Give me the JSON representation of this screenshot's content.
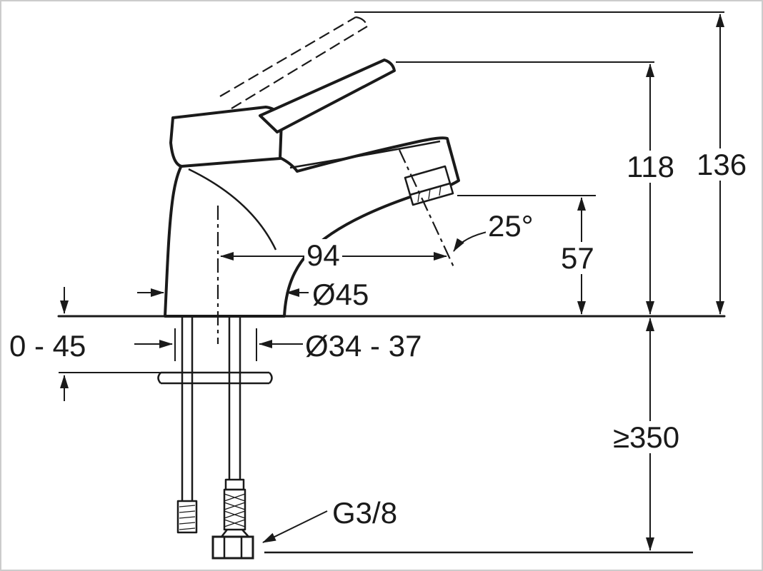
{
  "page": {
    "background": "#ffffff",
    "line_color": "#1a1a1a",
    "border_color": "#cccccc"
  },
  "drawing": {
    "labels": {
      "height_total": "136",
      "height_to_handle": "118",
      "spout_height": "57",
      "spout_angle": "25°",
      "spout_reach": "94",
      "base_diameter": "Ø45",
      "deck_thickness": "0 - 45",
      "hole_diameter": "Ø34 - 37",
      "hose_length": "≥350",
      "connection_thread": "G3/8"
    }
  }
}
